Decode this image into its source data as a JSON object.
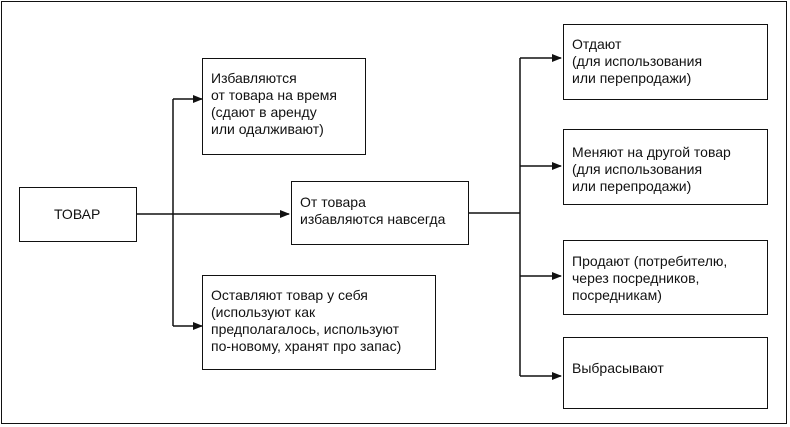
{
  "diagram": {
    "root": {
      "label": "ТОВАР"
    },
    "branches": {
      "temporary": {
        "lines": [
          "Избавляются",
          "от товара на время",
          "(сдают в аренду",
          "или одалживают)"
        ]
      },
      "permanent": {
        "lines": [
          "От товара",
          "избавляются навсегда"
        ]
      },
      "keep": {
        "lines": [
          "Оставляют товар у себя",
          "(используют как",
          "предполагалось, используют",
          "по-новому, хранят про запас)"
        ]
      }
    },
    "outcomes": [
      {
        "lines": [
          "Отдают",
          "(для использования",
          "или перепродажи)"
        ]
      },
      {
        "lines": [
          "Меняют на другой товар",
          "(для использования",
          "или перепродажи)"
        ]
      },
      {
        "lines": [
          "Продают (потребителю,",
          "через посредников,",
          "посредникам)"
        ]
      },
      {
        "lines": [
          "Выбрасывают"
        ]
      }
    ]
  }
}
